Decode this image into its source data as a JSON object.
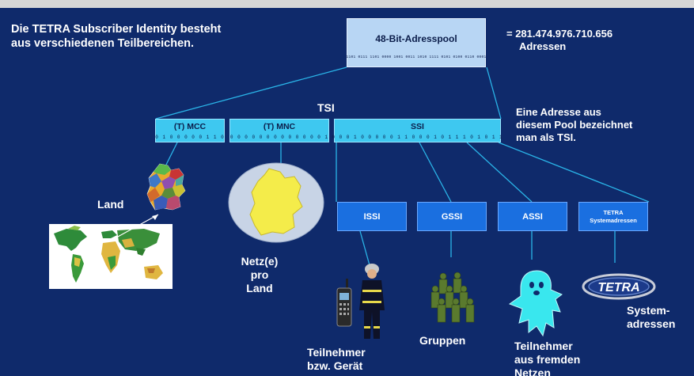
{
  "intro_text_line1": "Die TETRA Subscriber Identity besteht",
  "intro_text_line2": "aus verschiedenen Teilbereichen.",
  "pool": {
    "label": "48-Bit-Adresspool",
    "bits": "1101 0111 1101 0000 1001 0011 1010 1111 0101 0100 0110 0001"
  },
  "pool_count_line1": "= 281.474.976.710.656",
  "pool_count_line2": "Adressen",
  "tsi_label": "TSI",
  "tsi_note": [
    "Eine Adresse aus",
    "diesem Pool bezeichnet",
    "man als TSI."
  ],
  "segments": {
    "mcc": {
      "label": "(T) MCC",
      "bits": "0 1 0 0 0 0 0 1 1 0"
    },
    "mnc": {
      "label": "(T) MNC",
      "bits": "0 0 0 0 0 0 0 0 0 0 0 0 0 1"
    },
    "ssi": {
      "label": "SSI",
      "bits": "0 0 0 1 0 0 0 0 0 1 1 0 0 0 1 0 1 1 1 0 1 0 1 1"
    }
  },
  "subtypes": {
    "issi": "ISSI",
    "gssi": "GSSI",
    "assi": "ASSI",
    "tetra_line1": "TETRA",
    "tetra_line2": "Systemadressen"
  },
  "captions": {
    "land": "Land",
    "netz": [
      "Netz(e)",
      "pro",
      "Land"
    ],
    "teilnehmer": [
      "Teilnehmer",
      "bzw. Gerät"
    ],
    "gruppen": "Gruppen",
    "fremd": [
      "Teilnehmer",
      "aus fremden",
      "Netzen"
    ],
    "system": [
      "System-",
      "adressen"
    ]
  },
  "logo_text": "TETRA",
  "colors": {
    "background": "#0f2a6b",
    "segment": "#3ec8f0",
    "subtype": "#1a6fe0",
    "pool_box": "#b8d6f4"
  }
}
